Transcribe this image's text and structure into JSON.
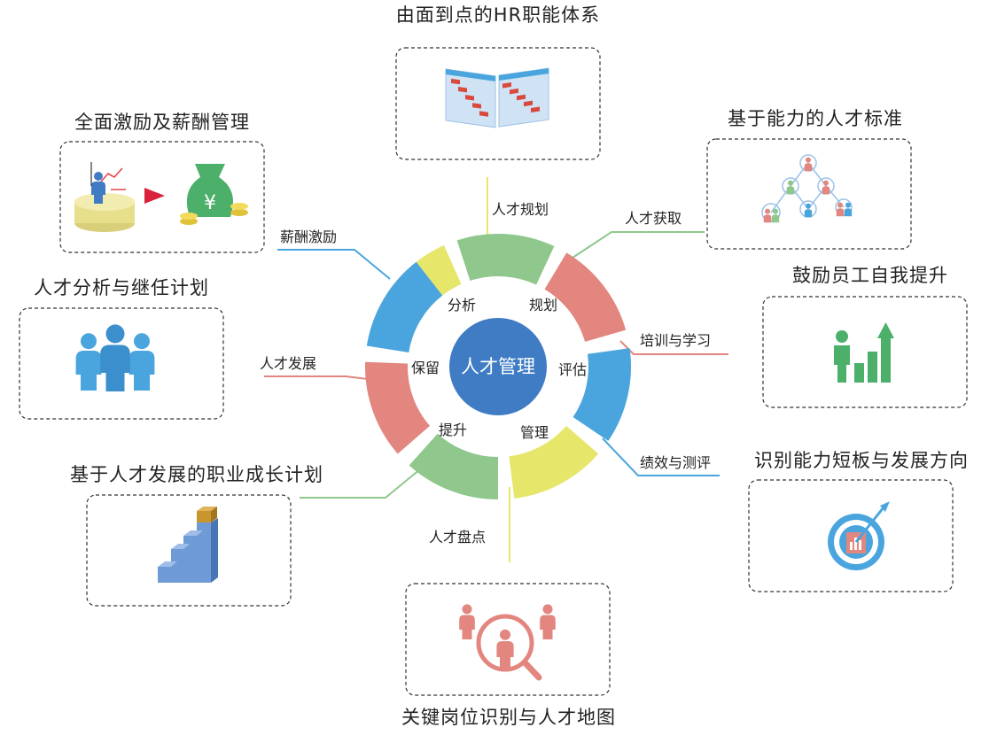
{
  "center": {
    "label": "人才管理",
    "color": "#3f7cc4"
  },
  "ring": {
    "segments": [
      {
        "name": "yellow-top",
        "color": "#e6e66b"
      },
      {
        "name": "green-top",
        "color": "#8fc78c"
      },
      {
        "name": "red-right",
        "color": "#e2867f"
      },
      {
        "name": "blue-right",
        "color": "#4aa5de"
      },
      {
        "name": "yellow-bottom",
        "color": "#e6e66b"
      },
      {
        "name": "green-bottom",
        "color": "#8fc78c"
      },
      {
        "name": "red-left",
        "color": "#e2867f"
      },
      {
        "name": "blue-left",
        "color": "#4aa5de"
      }
    ],
    "inner_labels": [
      "分析",
      "规划",
      "评估",
      "管理",
      "提升",
      "保留"
    ]
  },
  "branches": [
    {
      "label": "人才规划"
    },
    {
      "label": "人才获取"
    },
    {
      "label": "培训与学习"
    },
    {
      "label": "绩效与测评"
    },
    {
      "label": "人才盘点"
    },
    {
      "label": "人才发展"
    },
    {
      "label": "薪酬激励"
    }
  ],
  "boxes": [
    {
      "title": "由面到点的HR职能体系",
      "icon": "gantt-chart-icon"
    },
    {
      "title": "基于能力的人才标准",
      "icon": "org-tree-icon"
    },
    {
      "title": "鼓励员工自我提升",
      "icon": "growth-bar-icon"
    },
    {
      "title": "识别能力短板与发展方向",
      "icon": "target-dart-icon"
    },
    {
      "title": "关键岗位识别与人才地图",
      "icon": "magnifier-people-icon"
    },
    {
      "title": "基于人才发展的职业成长计划",
      "icon": "stairs-icon"
    },
    {
      "title": "人才分析与继任计划",
      "icon": "team-people-icon"
    },
    {
      "title": "全面激励及薪酬管理",
      "icon": "money-bag-icon"
    }
  ]
}
